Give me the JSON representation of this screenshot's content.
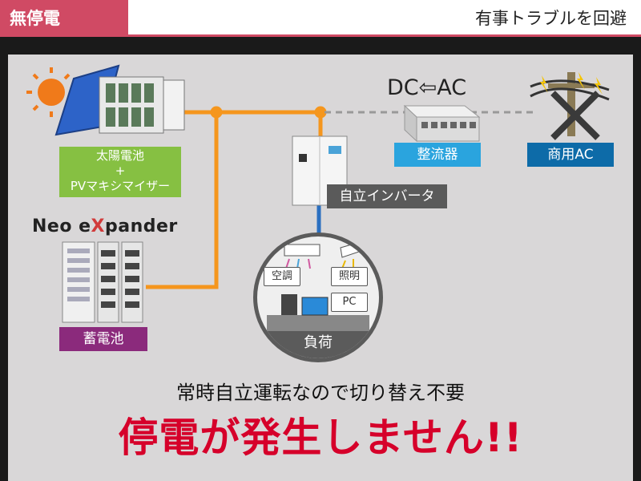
{
  "header": {
    "tag": "無停電",
    "title": "有事トラブルを回避"
  },
  "labels": {
    "solar_line1": "太陽電池",
    "solar_line2": "+",
    "solar_line3": "PVマキシマイザー",
    "battery": "蓄電池",
    "rectifier": "整流器",
    "commercial_ac": "商用AC",
    "inverter": "自立インバータ",
    "dc_ac": "DC⇦AC",
    "brand_prefix": "Neo e",
    "brand_x": "X",
    "brand_suffix": "pander"
  },
  "load": {
    "title": "負荷",
    "aircon": "空調",
    "lighting": "照明",
    "pc": "PC"
  },
  "message": {
    "sub": "常時自立運転なので切り替え不要",
    "main": "停電が発生しません!!"
  },
  "colors": {
    "accent": "#d04a64",
    "power_line": "#f5961d",
    "inverter_line": "#2a6fc0",
    "alert_red": "#d6002a"
  }
}
